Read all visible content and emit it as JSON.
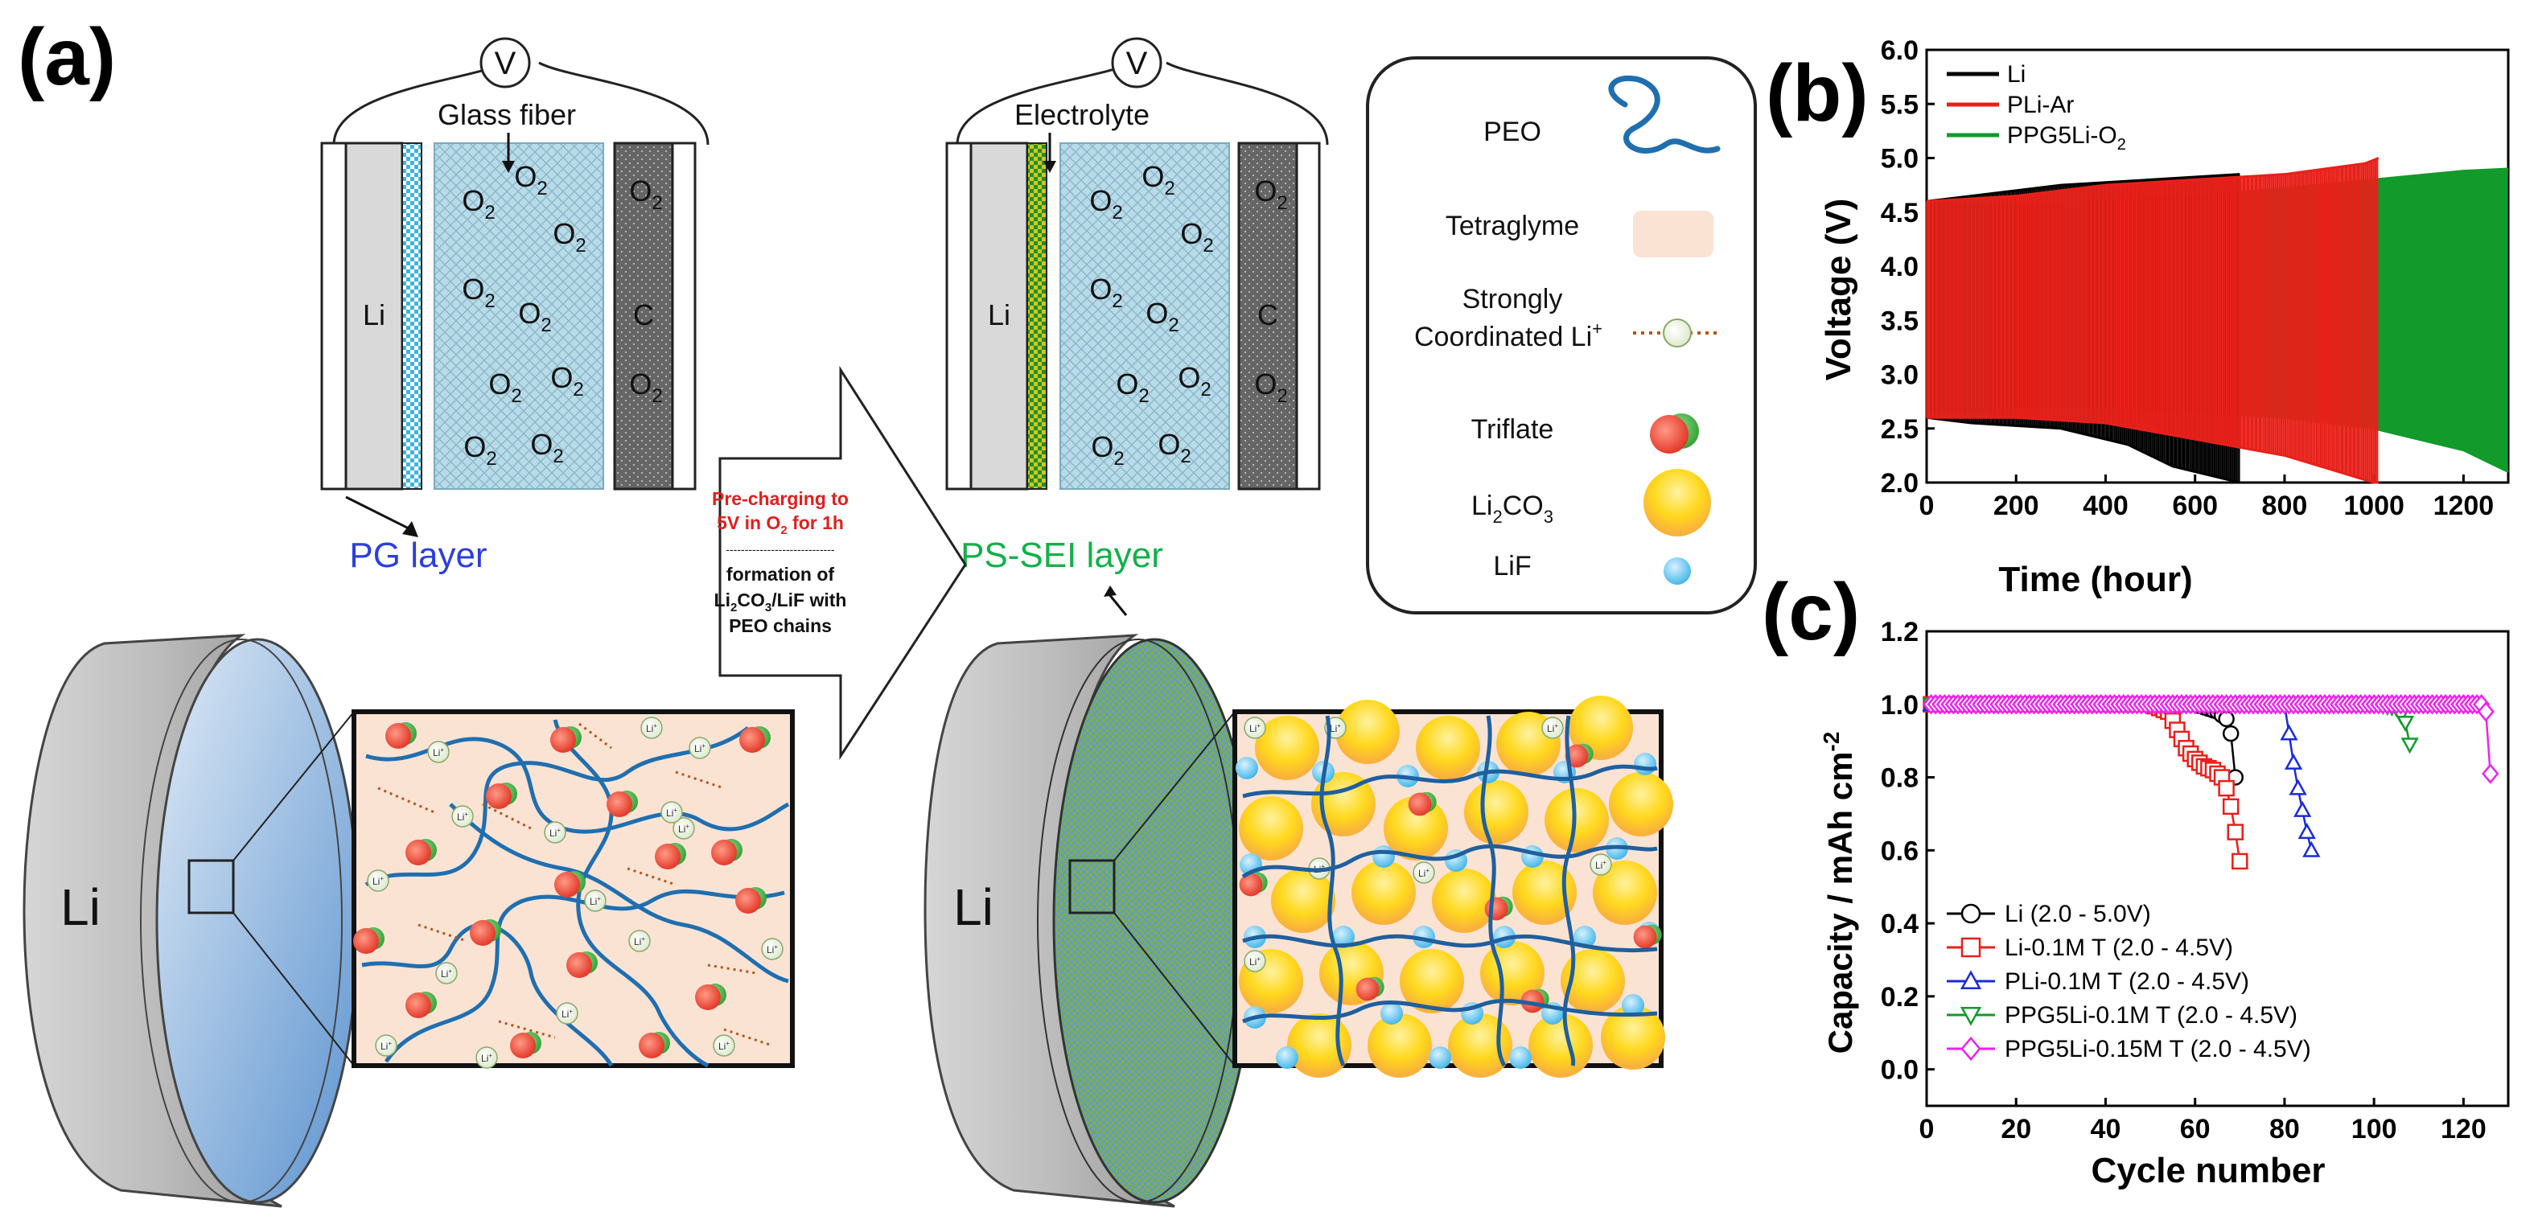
{
  "panel_a": {
    "letter": "(a)",
    "cell_left": {
      "voltmeter": "V",
      "separator_label": "Glass fiber",
      "anode_label": "Li",
      "cathode_label": "C",
      "gas_label": "O",
      "gas_subscript": "2",
      "layer_label": "PG layer"
    },
    "cell_right": {
      "voltmeter": "V",
      "separator_label": "Electrolyte",
      "anode_label": "Li",
      "cathode_label": "C",
      "gas_label": "O",
      "gas_subscript": "2",
      "layer_label": "PS-SEI layer"
    },
    "arrow_box": {
      "line1": "Pre-charging to",
      "line2_a": "5V in O",
      "line2_sub": "2",
      "line2_b": " for 1h",
      "separator": "-----------------------------",
      "line3": "formation of",
      "line4_a": "Li",
      "line4_sub": "2",
      "line4_b": "CO",
      "line4_sub2": "3",
      "line4_c": "/LiF with",
      "line5": "PEO chains"
    },
    "disk_left_label": "Li",
    "disk_right_label": "Li",
    "ion_label": "Li",
    "ion_sup": "+",
    "legend": {
      "peo": "PEO",
      "tetraglyme": "Tetraglyme",
      "strong_line1": "Strongly",
      "strong_line2": "Coordinated Li",
      "strong_sup": "+",
      "triflate": "Triflate",
      "li2co3_a": "Li",
      "li2co3_sub": "2",
      "li2co3_b": "CO",
      "li2co3_sub2": "3",
      "lif": "LiF"
    },
    "colors": {
      "pg_label": "#2b3fe0",
      "sei_label": "#12b04a",
      "precharge_text": "#e0201b",
      "peo_chain": "#1f6fb0",
      "tetraglyme": "#fbe3d4",
      "triflate_red": "#e8392a",
      "triflate_green": "#3aa33a",
      "li2co3": "#ffd42a",
      "lif": "#3ab3ea"
    }
  },
  "chart_data": [
    {
      "id": "b",
      "type": "line",
      "panel_letter": "(b)",
      "title": "",
      "xlabel": "Time (hour)",
      "ylabel": "Voltage (V)",
      "xlim": [
        0,
        1300
      ],
      "ylim": [
        2.0,
        6.0
      ],
      "xticks": [
        0,
        200,
        400,
        600,
        800,
        1000,
        1200
      ],
      "yticks": [
        2.0,
        2.5,
        3.0,
        3.5,
        4.0,
        4.5,
        5.0,
        5.5,
        6.0
      ],
      "ytick_labels": [
        "2.0",
        "2.5",
        "3.0",
        "3.5",
        "4.0",
        "4.5",
        "5.0",
        "5.5",
        "6.0"
      ],
      "grid": false,
      "legend_position": "top-left",
      "series": [
        {
          "name": "Li",
          "color": "#000000",
          "charge_envelope": {
            "x": [
              0,
              100,
              300,
              500,
              700
            ],
            "y": [
              4.6,
              4.65,
              4.75,
              4.8,
              4.85
            ]
          },
          "discharge_envelope": {
            "x": [
              0,
              100,
              300,
              450,
              550,
              700
            ],
            "y": [
              2.6,
              2.55,
              2.5,
              2.35,
              2.15,
              2.0
            ]
          }
        },
        {
          "name": "PLi-Ar",
          "color": "#e8201a",
          "charge_envelope": {
            "x": [
              0,
              200,
              400,
              600,
              800,
              980,
              1010
            ],
            "y": [
              4.6,
              4.65,
              4.75,
              4.8,
              4.85,
              4.95,
              5.0
            ]
          },
          "discharge_envelope": {
            "x": [
              0,
              200,
              400,
              600,
              800,
              1000,
              1010
            ],
            "y": [
              2.6,
              2.6,
              2.55,
              2.4,
              2.25,
              2.0,
              2.0
            ]
          }
        },
        {
          "name": "PPG5Li-O",
          "name_sub": "2",
          "color": "#129a2b",
          "charge_envelope": {
            "x": [
              0,
              200,
              400,
              600,
              800,
              1000,
              1200,
              1300
            ],
            "y": [
              4.6,
              4.55,
              4.6,
              4.65,
              4.72,
              4.8,
              4.88,
              4.9
            ]
          },
          "discharge_envelope": {
            "x": [
              0,
              200,
              400,
              600,
              800,
              1000,
              1200,
              1300
            ],
            "y": [
              2.65,
              2.7,
              2.7,
              2.65,
              2.6,
              2.5,
              2.3,
              2.1
            ]
          }
        }
      ]
    },
    {
      "id": "c",
      "type": "scatter",
      "panel_letter": "(c)",
      "title": "",
      "xlabel": "Cycle number",
      "ylabel": "Capacity / mAh cm",
      "ylabel_sup": "-2",
      "xlim": [
        0,
        130
      ],
      "ylim": [
        -0.1,
        1.2
      ],
      "xticks": [
        0,
        20,
        40,
        60,
        80,
        100,
        120
      ],
      "yticks": [
        0.0,
        0.2,
        0.4,
        0.6,
        0.8,
        1.0,
        1.2
      ],
      "ytick_labels": [
        "0.0",
        "0.2",
        "0.4",
        "0.6",
        "0.8",
        "1.0",
        "1.2"
      ],
      "grid": false,
      "legend_position": "bottom-left",
      "series": [
        {
          "name": "Li (2.0 - 5.0V)",
          "marker": "circle",
          "color": "#000000",
          "x": [
            1,
            5,
            10,
            15,
            20,
            25,
            30,
            35,
            40,
            45,
            50,
            55,
            60,
            65,
            67,
            68,
            69
          ],
          "y": [
            1.0,
            1.0,
            1.0,
            1.0,
            1.0,
            1.0,
            1.0,
            1.0,
            1.0,
            1.0,
            1.0,
            1.0,
            1.0,
            0.98,
            0.96,
            0.92,
            0.8
          ]
        },
        {
          "name": "Li-0.1M T (2.0 - 4.5V)",
          "marker": "square",
          "color": "#e8201a",
          "x": [
            1,
            5,
            10,
            15,
            20,
            25,
            30,
            35,
            40,
            45,
            50,
            54,
            56,
            58,
            60,
            62,
            64,
            66,
            67,
            68,
            69,
            70
          ],
          "y": [
            1.0,
            1.0,
            1.0,
            1.0,
            1.0,
            1.0,
            1.0,
            1.0,
            1.0,
            1.0,
            1.0,
            0.98,
            0.93,
            0.88,
            0.85,
            0.83,
            0.82,
            0.8,
            0.77,
            0.72,
            0.65,
            0.57
          ]
        },
        {
          "name": "PLi-0.1M T (2.0 - 4.5V)",
          "marker": "triangle-up",
          "color": "#1a2bd8",
          "x": [
            1,
            10,
            20,
            30,
            40,
            50,
            60,
            70,
            75,
            80,
            81,
            82,
            83,
            84,
            85,
            86
          ],
          "y": [
            1.0,
            1.0,
            1.0,
            1.0,
            1.0,
            1.0,
            1.0,
            1.0,
            1.0,
            1.0,
            0.92,
            0.84,
            0.77,
            0.71,
            0.65,
            0.6
          ]
        },
        {
          "name": "PPG5Li-0.1M T (2.0 - 4.5V)",
          "marker": "triangle-down",
          "color": "#129a2b",
          "x": [
            1,
            10,
            20,
            30,
            40,
            50,
            60,
            70,
            80,
            90,
            100,
            105,
            107,
            108
          ],
          "y": [
            1.0,
            1.0,
            1.0,
            1.0,
            1.0,
            1.0,
            1.0,
            1.0,
            1.0,
            1.0,
            1.0,
            0.99,
            0.95,
            0.89
          ]
        },
        {
          "name": "PPG5Li-0.15M T (2.0 - 4.5V)",
          "marker": "diamond",
          "color": "#ee22ee",
          "x": [
            1,
            10,
            20,
            30,
            40,
            50,
            60,
            70,
            80,
            90,
            100,
            110,
            120,
            124,
            125,
            126
          ],
          "y": [
            1.0,
            1.0,
            1.0,
            1.0,
            1.0,
            1.0,
            1.0,
            1.0,
            1.0,
            1.0,
            1.0,
            1.0,
            1.0,
            1.0,
            0.98,
            0.81
          ]
        }
      ]
    }
  ]
}
